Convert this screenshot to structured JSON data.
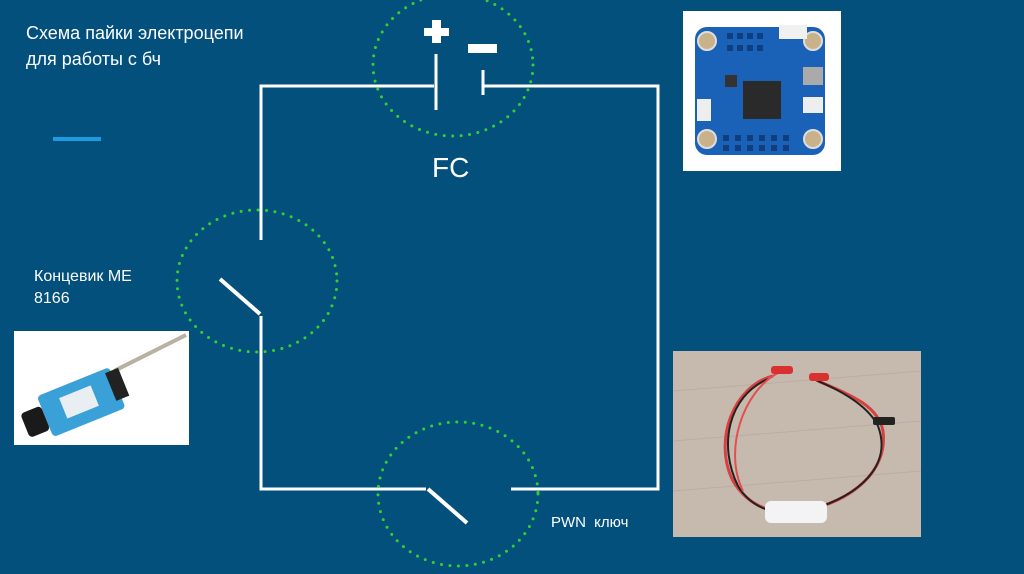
{
  "slide": {
    "title_line1": "Схема пайки электроцепи",
    "title_line2": "для работы с бч",
    "background_color": "#03507d",
    "accent_color": "#1e9ae0",
    "highlight_color": "#2fd32f"
  },
  "diagram": {
    "battery_plus_symbol": "+",
    "battery_minus_symbol": "−",
    "fc_label": "FC",
    "limit_switch_label_line1": "Концевик ME",
    "limit_switch_label_line2": "8166",
    "pwm_switch_label": "PWN  ключ"
  },
  "images": {
    "flight_controller": "flight-controller-board-photo",
    "limit_switch": "limit-switch-me8166-photo",
    "pwm_switch": "pwm-key-cable-photo"
  }
}
